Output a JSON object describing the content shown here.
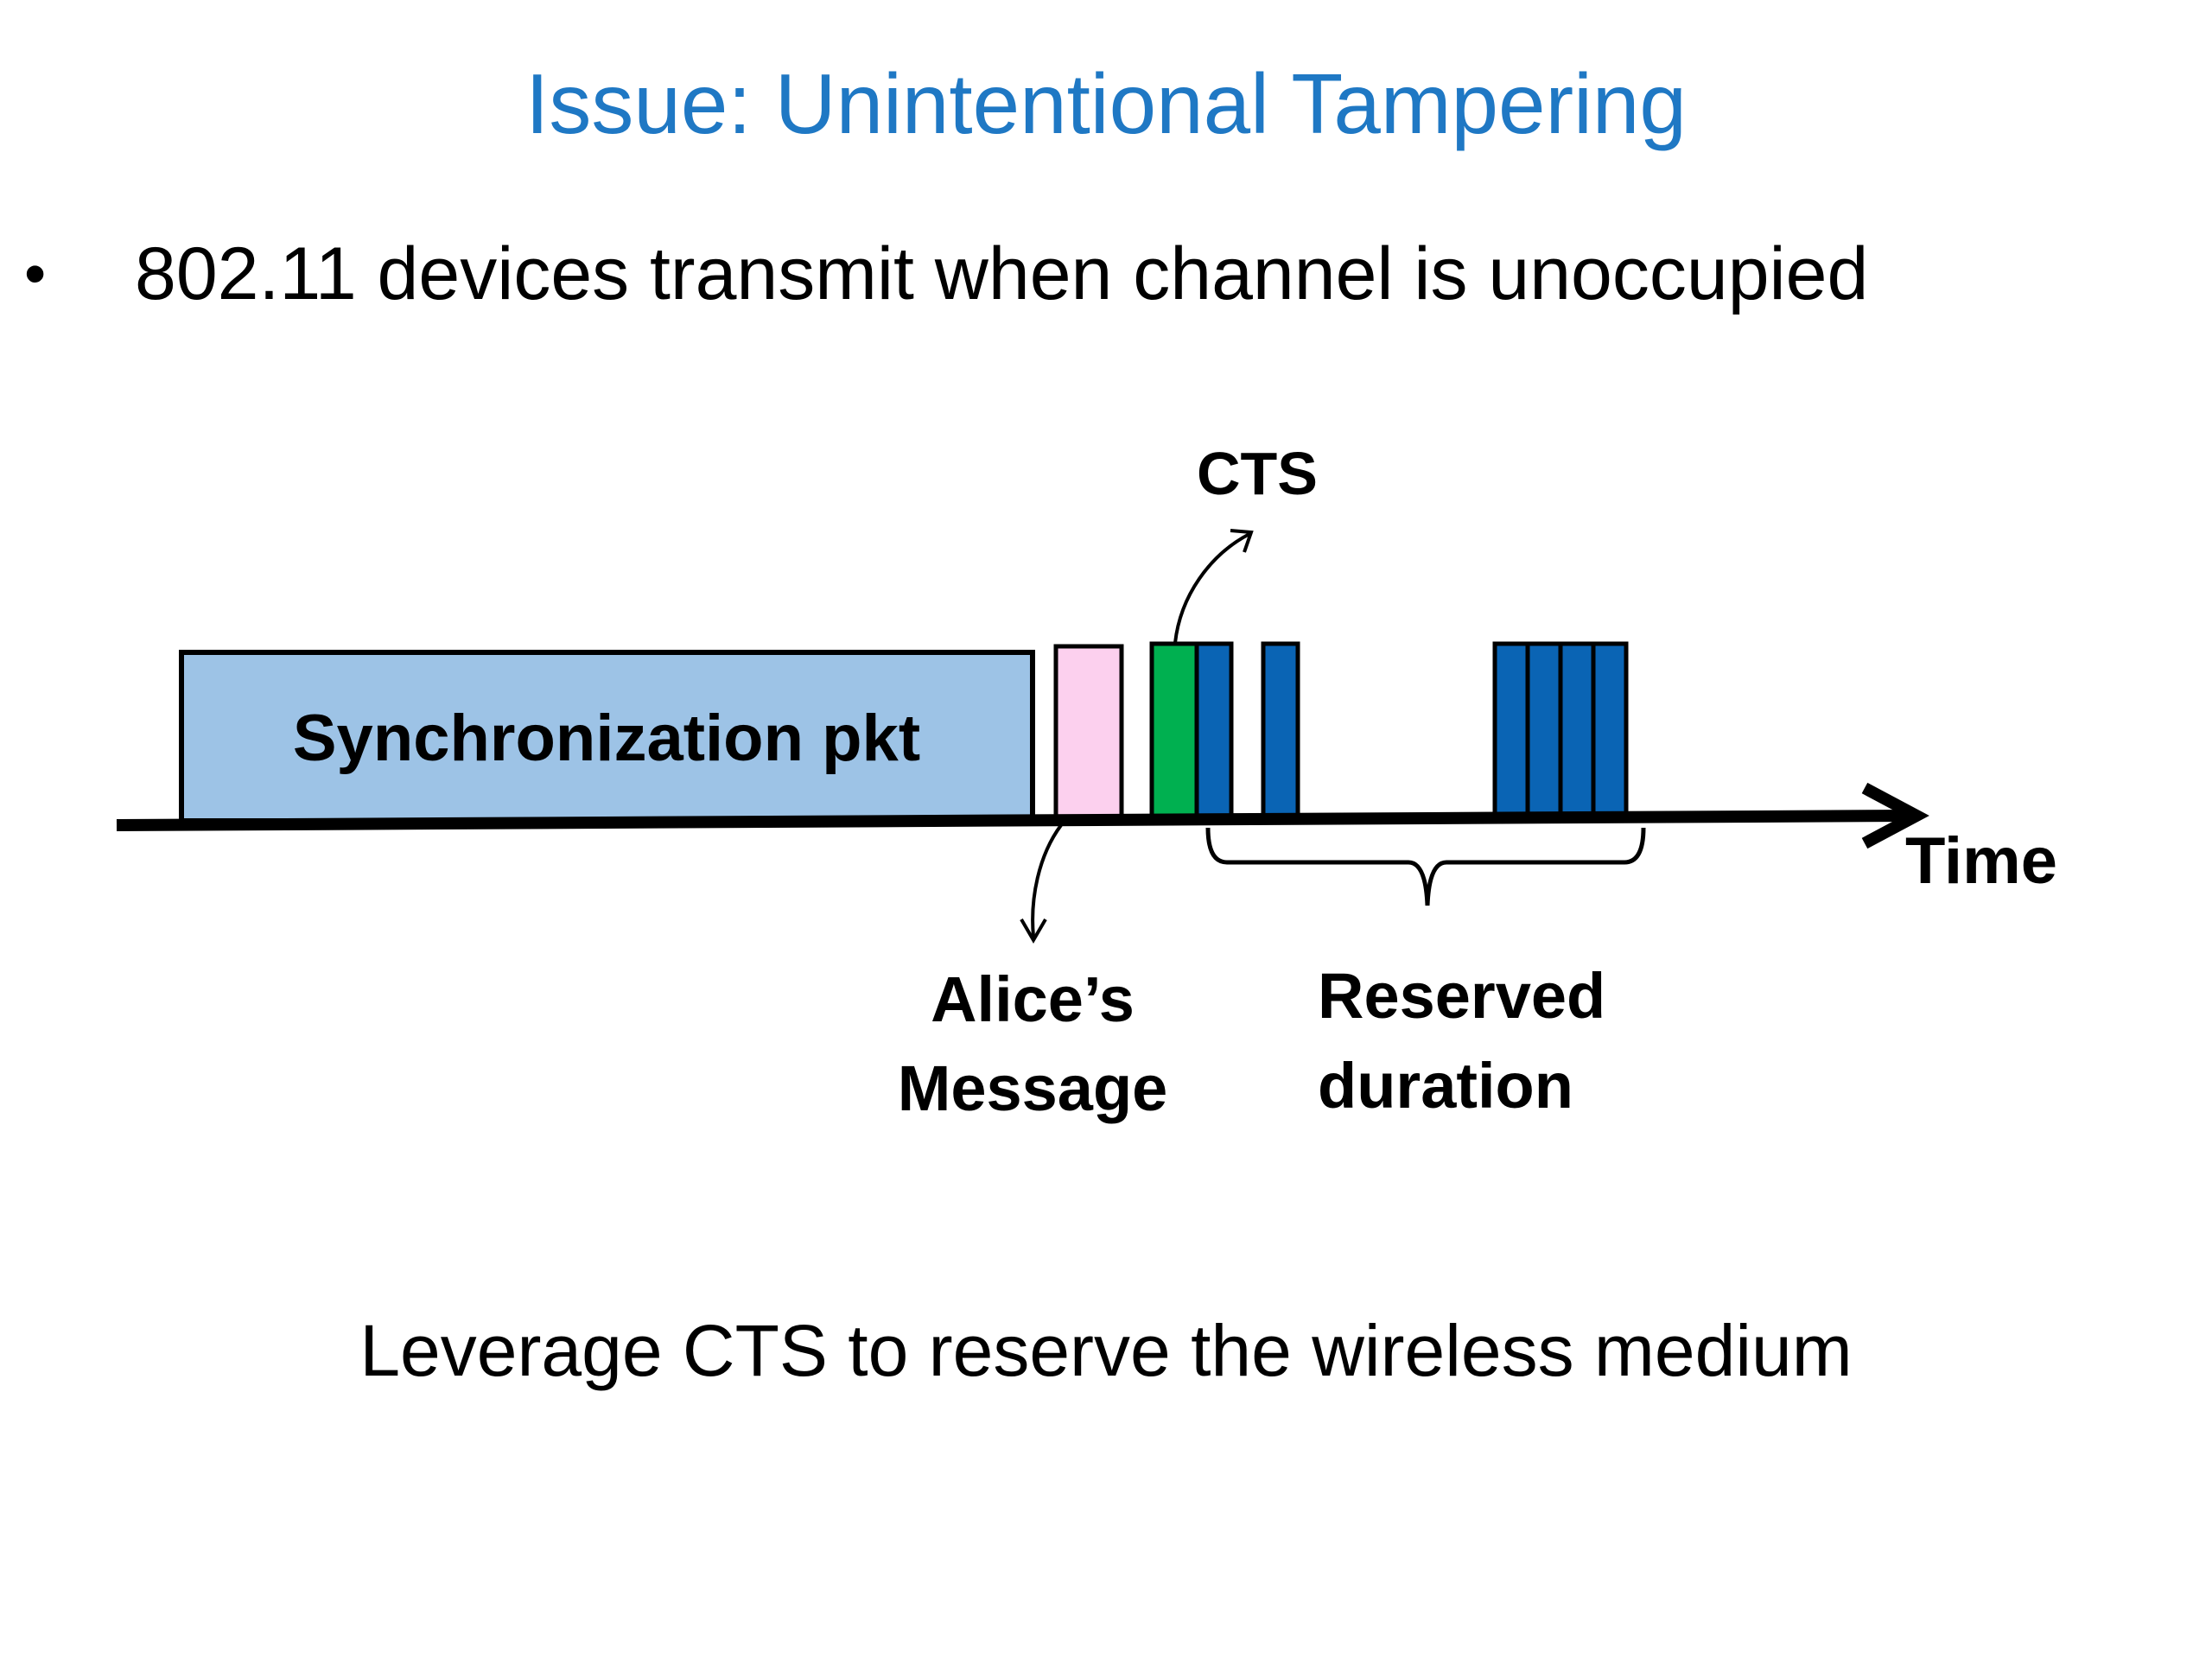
{
  "slide": {
    "title": "Issue: Unintentional Tampering",
    "title_color": "#1F78C4",
    "bullet": "802.11 devices transmit when channel is unoccupied",
    "caption": "Leverage CTS to reserve the wireless medium"
  },
  "diagram": {
    "sync_label": "Synchronization pkt",
    "cts_label": "CTS",
    "time_label": "Time",
    "alice_line1": "Alice’s",
    "alice_line2": "Message",
    "reserved_line1": "Reserved",
    "reserved_line2": "duration",
    "colors": {
      "sync_fill": "#9DC3E6",
      "alice_fill": "#FCD0EE",
      "cts_fill": "#00B050",
      "reserved_fill": "#0A64B4",
      "axis": "#000000"
    }
  }
}
